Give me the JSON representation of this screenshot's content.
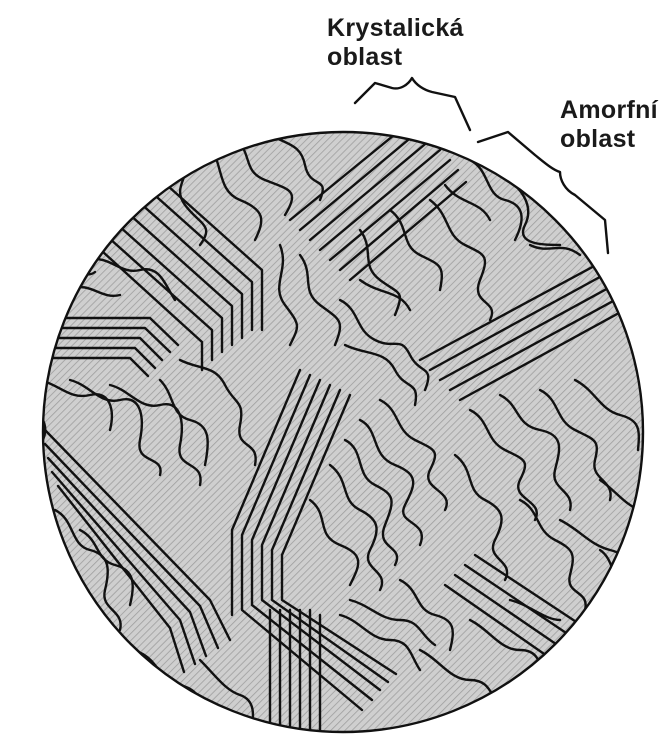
{
  "labels": {
    "crystalline": {
      "line1": "Krystalická",
      "line2": "oblast"
    },
    "amorphous": {
      "line1": "Amorfní",
      "line2": "oblast"
    }
  },
  "colors": {
    "background": "#ffffff",
    "disc_fill": "#c9c9c9",
    "hatch": "#9a9a9a",
    "chains": "#111111",
    "text": "#1a1a1a"
  }
}
